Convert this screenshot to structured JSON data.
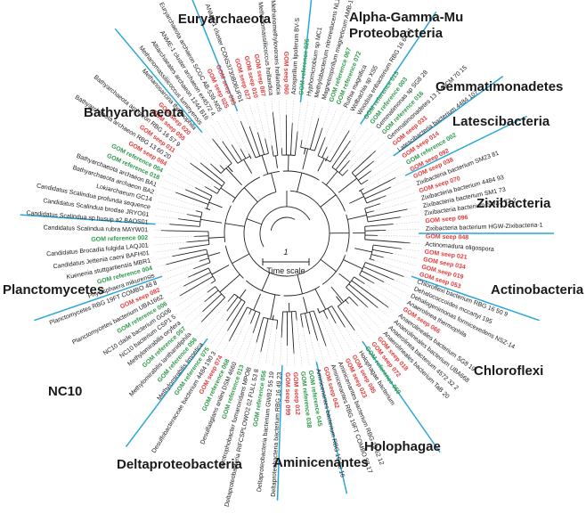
{
  "colors": {
    "divider": "#29a6d6",
    "reference": "#2e9a4c",
    "seep": "#e23b3b",
    "text": "#1a1a1a",
    "branch": "#222222",
    "guide": "#bdbdbd"
  },
  "scale": {
    "value": "1",
    "label": "Time scale"
  },
  "phyla": [
    {
      "name": "Euryarchaeota",
      "deg": -100
    },
    {
      "name": "Alpha-Gamma-Mu Proteobacteria",
      "deg": -68
    },
    {
      "name": "Gemmatimonadetes",
      "deg": -42
    },
    {
      "name": "Latescibacteria",
      "deg": -31
    },
    {
      "name": "Zixibacteria",
      "deg": -12
    },
    {
      "name": "Actinobacteria",
      "deg": 10
    },
    {
      "name": "Chloroflexi",
      "deg": 36
    },
    {
      "name": "Holophagae",
      "deg": 66
    },
    {
      "name": "Aminicenantes",
      "deg": 84
    },
    {
      "name": "Deltaproteobacteria",
      "deg": 110
    },
    {
      "name": "NC10",
      "deg": 145
    },
    {
      "name": "Planctomycetes",
      "deg": 169
    },
    {
      "name": "Bathyarchaeota",
      "deg": -146
    }
  ],
  "dividers": [
    -112,
    -84,
    -56,
    -36,
    -26,
    0,
    19,
    55,
    77,
    92,
    127,
    161,
    -176,
    -130
  ],
  "leaves": [
    {
      "label": "Methanomethylovorans hollandica",
      "type": "plain"
    },
    {
      "label": "GOM seep 060",
      "type": "seep"
    },
    {
      "label": "Azospirillum lipoferum BV-S",
      "type": "plain"
    },
    {
      "label": "GOM reference 026",
      "type": "ref"
    },
    {
      "label": "Hyphomicrobium sp MC1",
      "type": "plain"
    },
    {
      "label": "Methylobacterium nitroreducens NL23",
      "type": "plain"
    },
    {
      "label": "Magnetospirillum magneticum AMB-1",
      "type": "plain"
    },
    {
      "label": "GOM reference 067",
      "type": "ref"
    },
    {
      "label": "GOM reference 072",
      "type": "ref"
    },
    {
      "label": "Ruthia magnifica",
      "type": "plain"
    },
    {
      "label": "Wolbachia sp XS5",
      "type": "plain"
    },
    {
      "label": "Woodsia enbacterium RBG 16 64 11",
      "type": "plain"
    },
    {
      "label": "GOM reference 015",
      "type": "ref"
    },
    {
      "label": "GOM reference 003",
      "type": "ref"
    },
    {
      "label": "Gemmatimonas sp SG8 28",
      "type": "plain"
    },
    {
      "label": "GOM reference 016",
      "type": "ref"
    },
    {
      "label": "Gemmatimonadetes 13 1 40CM 70 15",
      "type": "plain"
    },
    {
      "label": "GOM seep 031",
      "type": "seep"
    },
    {
      "label": "Latescibacteria bacterium 4484 107",
      "type": "plain"
    },
    {
      "label": "GOM seep 014",
      "type": "seep"
    },
    {
      "label": "GOM reference 002",
      "type": "ref"
    },
    {
      "label": "GOM seep 092",
      "type": "seep"
    },
    {
      "label": "GOM seep 038",
      "type": "seep"
    },
    {
      "label": "Zixibacteria bacterium SM23 81",
      "type": "plain"
    },
    {
      "label": "GOM seep 070",
      "type": "seep"
    },
    {
      "label": "Zixibacteria bacterium 4484 93",
      "type": "plain"
    },
    {
      "label": "Zixibacteria bacterium SM1 73",
      "type": "plain"
    },
    {
      "label": "Zixibacteria bacterium SM23 73 2",
      "type": "plain"
    },
    {
      "label": "GOM seep 096",
      "type": "seep"
    },
    {
      "label": "Zixibacteria bacterium HGW-Zixibacteria-1",
      "type": "plain"
    },
    {
      "label": "GOM seep 048",
      "type": "seep"
    },
    {
      "label": "Actinomadura oligospora",
      "type": "plain"
    },
    {
      "label": "GOM seep 021",
      "type": "seep"
    },
    {
      "label": "GOM seep 034",
      "type": "seep"
    },
    {
      "label": "GOM seep 019",
      "type": "seep"
    },
    {
      "label": "GOM seep 053",
      "type": "seep"
    },
    {
      "label": "Chloroflexi bacterium RBG 16 50 9",
      "type": "plain"
    },
    {
      "label": "Dehalococcoides mccartyi 195",
      "type": "plain"
    },
    {
      "label": "Dehalogenimonas formicexedens NSZ-14",
      "type": "plain"
    },
    {
      "label": "Anaerolinea thermophila",
      "type": "plain"
    },
    {
      "label": "GOM seep 066",
      "type": "seep"
    },
    {
      "label": "Anaerolineales bacterium SG8 19",
      "type": "plain"
    },
    {
      "label": "Anaerolineales bacterium UBA668",
      "type": "plain"
    },
    {
      "label": "Anaerolinea bacterium 4572 32 2",
      "type": "plain"
    },
    {
      "label": "Anaerolineales bacterium TaB 20",
      "type": "plain"
    },
    {
      "label": "GOM seep 018",
      "type": "seep"
    },
    {
      "label": "GOM seep 072",
      "type": "seep"
    },
    {
      "label": "GOM reference 069",
      "type": "ref"
    },
    {
      "label": "Holophagae bacterium",
      "type": "plain"
    },
    {
      "label": "GOM seep 085",
      "type": "seep"
    },
    {
      "label": "GOM seep 023",
      "type": "seep"
    },
    {
      "label": "Aminicenantes bacterium RBG 13 62 12",
      "type": "plain"
    },
    {
      "label": "Aminicenantes RBG 19FT COMBO 58 17",
      "type": "plain"
    },
    {
      "label": "GOM seep 042",
      "type": "seep"
    },
    {
      "label": "Aminicenantes bacterium RBG 16 63 16",
      "type": "plain"
    },
    {
      "label": "GOM reference 045",
      "type": "ref"
    },
    {
      "label": "GOM reference 038",
      "type": "ref"
    },
    {
      "label": "GOM seep 012",
      "type": "seep"
    },
    {
      "label": "GOM seep 099",
      "type": "seep"
    },
    {
      "label": "Deltaproteobacteria bacterium RBG 16 49 23",
      "type": "plain"
    },
    {
      "label": "Deltaproteobacteria bacterium GWB2 55 19",
      "type": "plain"
    },
    {
      "label": "GOM reference 056",
      "type": "ref"
    },
    {
      "label": "Deltaproteobacteria RIFCSPLOWO2 02 FULL 53 8",
      "type": "plain"
    },
    {
      "label": "Syntrophobacter fumaroxidans MPOB",
      "type": "plain"
    },
    {
      "label": "GOM reference 013",
      "type": "ref"
    },
    {
      "label": "Desulfatiglans anilini DSM 4660",
      "type": "plain"
    },
    {
      "label": "GOM reference 068",
      "type": "ref"
    },
    {
      "label": "GOM seep 074",
      "type": "seep"
    },
    {
      "label": "Desulfobacteraceae bacterium 4484 190 3",
      "type": "plain"
    },
    {
      "label": "GOM reference 075",
      "type": "ref"
    },
    {
      "label": "Methylomirabilis limnetica",
      "type": "plain"
    },
    {
      "label": "GOM reference 056",
      "type": "ref"
    },
    {
      "label": "Methylomirabilis lanthanidiphila",
      "type": "plain"
    },
    {
      "label": "GOM reference 057",
      "type": "ref"
    },
    {
      "label": "Methylomirabilis oxyfera",
      "type": "plain"
    },
    {
      "label": "NC10 bacterium CSP1 5",
      "type": "plain"
    },
    {
      "label": "NC10 clade bacterium GG06",
      "type": "plain"
    },
    {
      "label": "GOM reference 006",
      "type": "ref"
    },
    {
      "label": "Planctomycetes bacterium UBA1662",
      "type": "plain"
    },
    {
      "label": "GOM seep 082",
      "type": "seep"
    },
    {
      "label": "Planctomycetes RBG 19FT COMBO 48 8",
      "type": "plain"
    },
    {
      "label": "Phycisphaera mikurensis",
      "type": "plain"
    },
    {
      "label": "GOM reference 004",
      "type": "ref"
    },
    {
      "label": "Kuenenia stuttgartiensis MBR1",
      "type": "plain"
    },
    {
      "label": "Candidatus Jettenia caeni BAFH01",
      "type": "plain"
    },
    {
      "label": "Candidatus Brocadia fulgida LAQJ01",
      "type": "plain"
    },
    {
      "label": "GOM reference 002",
      "type": "ref"
    },
    {
      "label": "Candidatus Scalindua rubra MAYW01",
      "type": "plain"
    },
    {
      "label": "Candidatus Scalindua sp husup a2 BAOS01",
      "type": "plain"
    },
    {
      "label": "Candidatus Scalindua brodae JRYO01",
      "type": "plain"
    },
    {
      "label": "Candidatus Scalindua profunda sequence",
      "type": "plain"
    },
    {
      "label": "Lokiarchaeum GC14",
      "type": "plain"
    },
    {
      "label": "Bathyarchaeota archaeon BA2",
      "type": "plain"
    },
    {
      "label": "Bathyarchaeota archaeon BA1",
      "type": "plain"
    },
    {
      "label": "GOM reference 018",
      "type": "ref"
    },
    {
      "label": "GOM reference 004",
      "type": "ref"
    },
    {
      "label": "GOM seep 084",
      "type": "seep"
    },
    {
      "label": "Bathyarchaeota archaeon RBG 13 60 20",
      "type": "plain"
    },
    {
      "label": "GOM seep 011",
      "type": "seep"
    },
    {
      "label": "Bathyarchaeota archaeon RBG 16 57 9",
      "type": "plain"
    },
    {
      "label": "GOM seep 055",
      "type": "seep"
    },
    {
      "label": "GOM seep 020",
      "type": "seep"
    },
    {
      "label": "Methanosarcina thermophila",
      "type": "plain"
    },
    {
      "label": "Methanomassiliicoccus luminyensis",
      "type": "plain"
    },
    {
      "label": "Altiarchaeales archaeon 1244 B16",
      "type": "plain"
    },
    {
      "label": "ANME-1 cluster archaeon ex4572 4",
      "type": "plain"
    },
    {
      "label": "Euryarchaeota archaeon SCGC AB-539-N05",
      "type": "plain"
    },
    {
      "label": "GOM seep 025",
      "type": "seep"
    },
    {
      "label": "GOM seep 095",
      "type": "seep"
    },
    {
      "label": "ANME-1 cluster CONS3730B06UFb1",
      "type": "plain"
    },
    {
      "label": "GOM seep 027",
      "type": "seep"
    },
    {
      "label": "GOM seep 010",
      "type": "seep"
    },
    {
      "label": "GOM seep 087",
      "type": "seep"
    },
    {
      "label": "Methanomassiliicoccus hollandica",
      "type": "plain"
    }
  ]
}
